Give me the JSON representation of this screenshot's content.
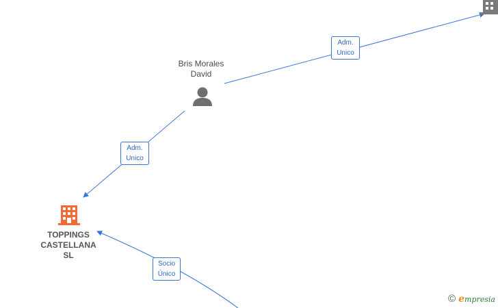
{
  "nodes": {
    "person": {
      "name_line1": "Bris Morales",
      "name_line2": "David",
      "icon": "person-icon"
    },
    "company_main": {
      "name_line1": "TOPPINGS",
      "name_line2": "CASTELLANA",
      "name_line3": "SL",
      "icon": "building-icon",
      "color": "#f26a35"
    },
    "company_top_right": {
      "icon": "building-icon",
      "color": "#7a7a7a"
    }
  },
  "edges": {
    "person_to_top_right": {
      "line1": "Adm.",
      "line2": "Unico"
    },
    "person_to_company": {
      "line1": "Adm.",
      "line2": "Unico"
    },
    "external_to_company": {
      "line1": "Socio",
      "line2": "Único"
    }
  },
  "colors": {
    "edge": "#3a76d4",
    "label_text": "#2e69c2",
    "person_icon": "#6f6f6f"
  },
  "footer": {
    "copyright": "©",
    "brand_initial": "e",
    "brand_rest": "mpresia"
  }
}
